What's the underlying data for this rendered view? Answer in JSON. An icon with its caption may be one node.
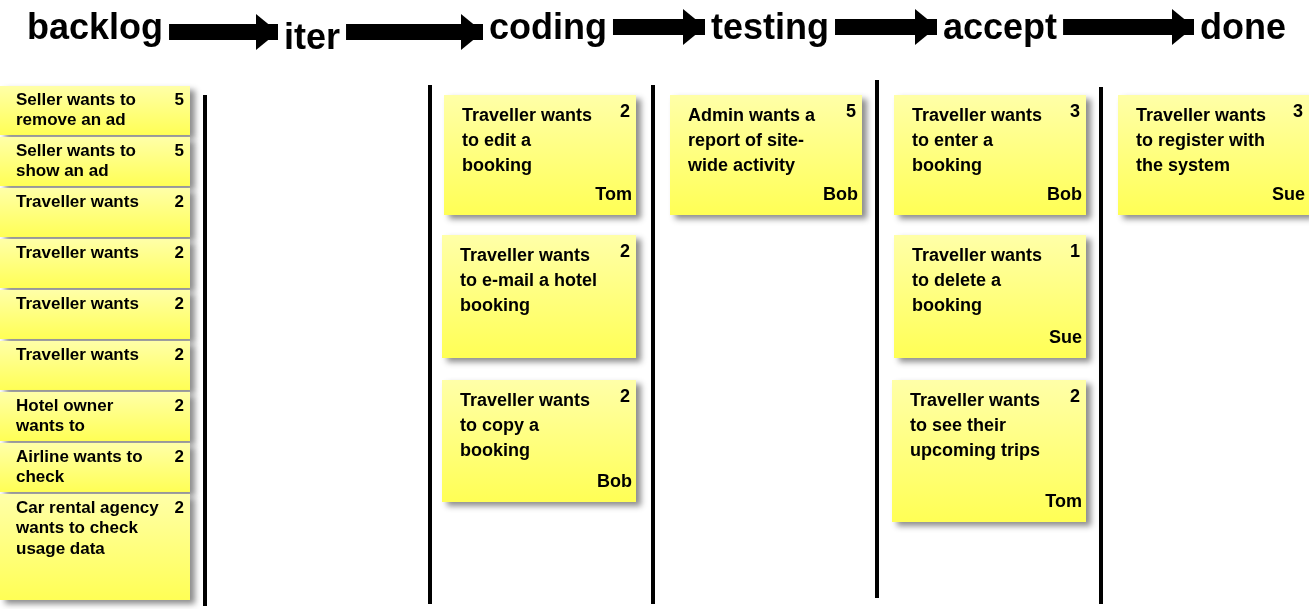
{
  "diagram": {
    "nodes": [
      {
        "text": [
          "backlog"
        ]
      },
      {
        "text": [
          "iter"
        ]
      },
      {
        "text": [
          "coding"
        ]
      },
      {
        "text": [
          "testing"
        ]
      },
      {
        "text": [
          "accept"
        ]
      },
      {
        "text": [
          "done"
        ]
      },
      {
        "text": [
          "Seller wants to remove an ad",
          "5"
        ]
      },
      {
        "text": [
          "Seller wants to show an ad",
          "5"
        ]
      },
      {
        "text": [
          "Traveller wants",
          "2"
        ]
      },
      {
        "text": [
          "Traveller wants",
          "2"
        ]
      },
      {
        "text": [
          "Traveller wants",
          "2"
        ]
      },
      {
        "text": [
          "Traveller wants",
          "2"
        ]
      },
      {
        "text": [
          "Hotel owner wants to",
          "2"
        ]
      },
      {
        "text": [
          "Airline wants to check",
          "2"
        ]
      },
      {
        "text": [
          "Car rental agency wants to check usage data",
          "2"
        ]
      },
      {
        "text": [
          "Traveller wants to edit a booking",
          "2",
          "Tom"
        ]
      },
      {
        "text": [
          "Traveller wants to e-mail a hotel booking",
          "2"
        ]
      },
      {
        "text": [
          "Traveller wants to copy a booking",
          "2",
          "Bob"
        ]
      },
      {
        "text": [
          "Admin wants a report of site-wide activity",
          "5",
          "Bob"
        ]
      },
      {
        "text": [
          "Traveller wants to enter a booking",
          "3",
          "Bob"
        ]
      },
      {
        "text": [
          "Traveller wants to delete a booking",
          "1",
          "Sue"
        ]
      },
      {
        "text": [
          "Traveller wants to see their upcoming trips",
          "2",
          "Tom"
        ]
      },
      {
        "text": [
          "Traveller wants to register with the system",
          "3",
          "Sue"
        ]
      }
    ],
    "edges": [
      {
        "from": 0,
        "to": 1,
        "arrow": "to"
      },
      {
        "from": 1,
        "to": 2,
        "arrow": "to"
      },
      {
        "from": 2,
        "to": 3,
        "arrow": "to"
      },
      {
        "from": 3,
        "to": 4,
        "arrow": "to"
      },
      {
        "from": 4,
        "to": 5,
        "arrow": "to"
      }
    ]
  }
}
